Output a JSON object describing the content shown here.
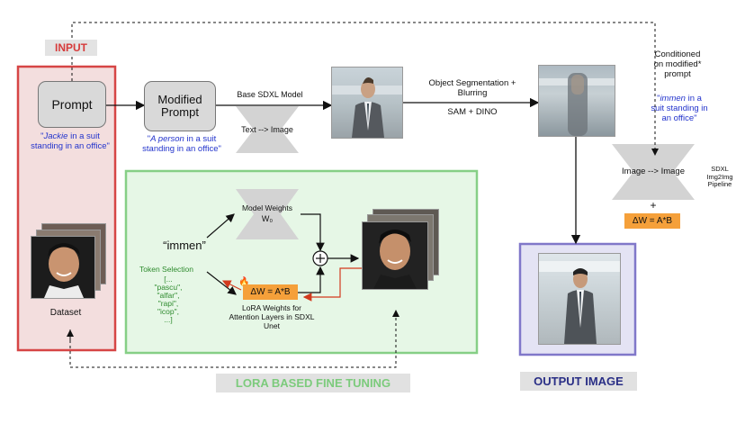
{
  "input_label": "INPUT",
  "prompt_label": "Prompt",
  "prompt_caption": {
    "name": "Jackie",
    "rest": " in a suit standing in an office\""
  },
  "modified_prompt_label": "Modified Prompt",
  "modified_caption": {
    "name": "A person",
    "rest": " in a suit standing in an office\""
  },
  "base_model_label": "Base SDXL Model",
  "text_to_image_label": "Text --> Image",
  "segmentation_label": "Object Segmentation + Blurring",
  "sam_dino_label": "SAM + DINO",
  "conditioned_label": "Conditioned on modified* prompt",
  "conditioned_caption": {
    "name": "immen",
    "rest": " in a suit standing in an office\""
  },
  "image_to_image_label": "Image --> Image",
  "pipeline_label": "SDXL Img2Img Pipeline",
  "plus_label": "+",
  "delta_w_label": "ΔW = A*B",
  "dataset_label": "Dataset",
  "model_weights_label": "Model Weights",
  "model_weights_sub": "W₀",
  "token_label": "“immen”",
  "token_selection_label": "Token Selection",
  "token_list": "[...\n\"pascu\",\n\"alfar\",\n\"rapi\",\n\"icop\",\n...]",
  "lora_delta_label": "ΔW = A*B",
  "lora_weights_label": "LoRA Weights for Attention Layers in SDXL Unet",
  "lora_section_label": "LORA BASED FINE TUNING",
  "output_label": "OUTPUT IMAGE",
  "colors": {
    "input_red": "#d64545",
    "lora_green": "#7ec87e",
    "output_purple": "#7d74c9",
    "orange": "#f5a03a",
    "blue_text": "#2233cc",
    "green_text": "#2e8b2e"
  }
}
